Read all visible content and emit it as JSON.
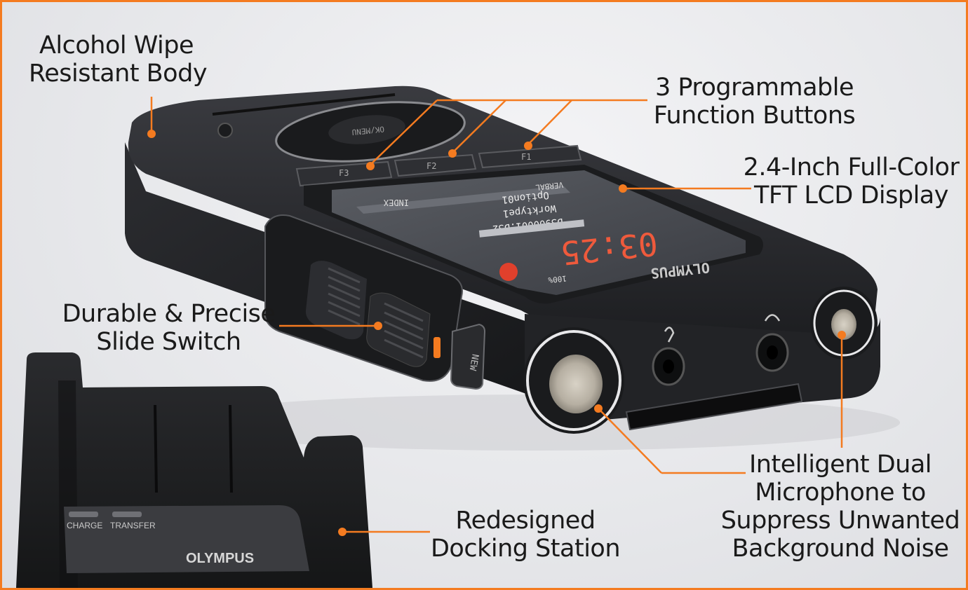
{
  "colors": {
    "accent": "#f47b20",
    "body": "#2b2c30",
    "lcd_time": "#ef5a3c"
  },
  "callouts": {
    "body": {
      "lines": [
        "Alcohol Wipe",
        "Resistant Body"
      ]
    },
    "buttons": {
      "lines": [
        "3 Programmable",
        "Function Buttons"
      ]
    },
    "display": {
      "lines": [
        "2.4-Inch Full-Color",
        "TFT LCD Display"
      ]
    },
    "slide": {
      "lines": [
        "Durable & Precise",
        "Slide Switch"
      ]
    },
    "microphone": {
      "lines": [
        "Intelligent Dual",
        "Microphone to",
        "Suppress Unwanted",
        "Background Noise"
      ]
    },
    "dock": {
      "lines": [
        "Redesigned",
        "Docking Station"
      ]
    }
  },
  "device": {
    "buttons": [
      "F3",
      "F2",
      "F1"
    ],
    "lcd": {
      "time": "03:25",
      "file": "DS900001.DS2",
      "worktype": "Worktype1",
      "option": "Option01",
      "verbal": "VERBAL",
      "index": "INDEX",
      "battery": "100%"
    },
    "brand": "OLYMPUS",
    "new_button": "NEW",
    "nav_label": "OK/MENU"
  },
  "dock": {
    "indicator_1": "CHARGE",
    "indicator_2": "TRANSFER",
    "brand": "OLYMPUS"
  }
}
